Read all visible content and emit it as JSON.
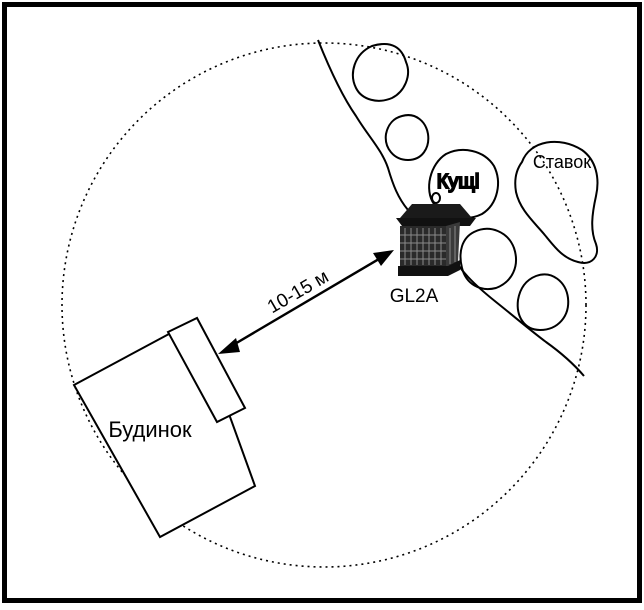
{
  "diagram": {
    "labels": {
      "distance": "10-15 м",
      "device": "GL2A",
      "house": "Будинок",
      "bushes": "Кущі",
      "pond": "Ставок"
    }
  }
}
